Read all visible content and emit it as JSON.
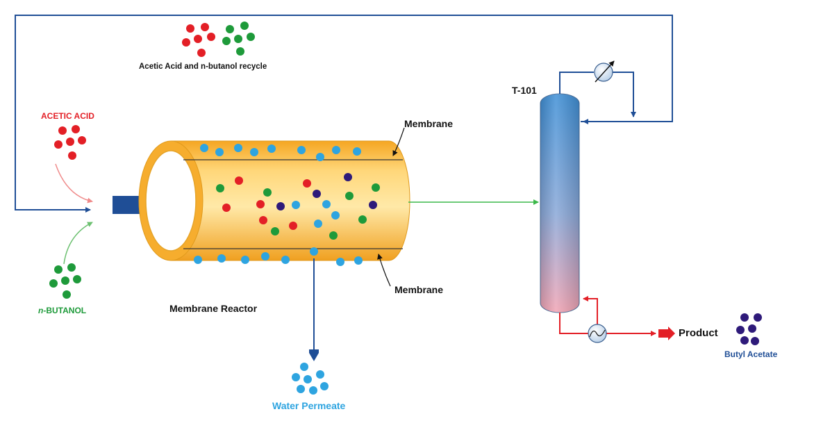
{
  "labels": {
    "recycle": "Acetic Acid and n-butanol recycle",
    "acetic_acid": "ACETIC ACID",
    "butanol_prefix": "n",
    "butanol_rest": "-BUTANOL",
    "membrane_top": "Membrane",
    "membrane_bottom": "Membrane",
    "reactor": "Membrane Reactor",
    "column": "T-101",
    "product": "Product",
    "butyl_acetate": "Butyl Acetate",
    "water_permeate": "Water Permeate"
  },
  "colors": {
    "acetic_acid": "#e31f26",
    "n_butanol": "#1e9a3a",
    "water": "#2ea4e0",
    "butyl_acetate": "#2e1a7a",
    "recycle_line": "#1f4e96",
    "product_line": "#e31f26",
    "feed_line": "#3cb84a",
    "reactor_body": "#f7b532",
    "label_blue": "#1f4e96",
    "label_water": "#2ea4e0"
  },
  "icons": {
    "feed_arrow": "big-blue-arrow-icon",
    "condenser": "condenser-icon",
    "reboiler": "reboiler-icon"
  }
}
